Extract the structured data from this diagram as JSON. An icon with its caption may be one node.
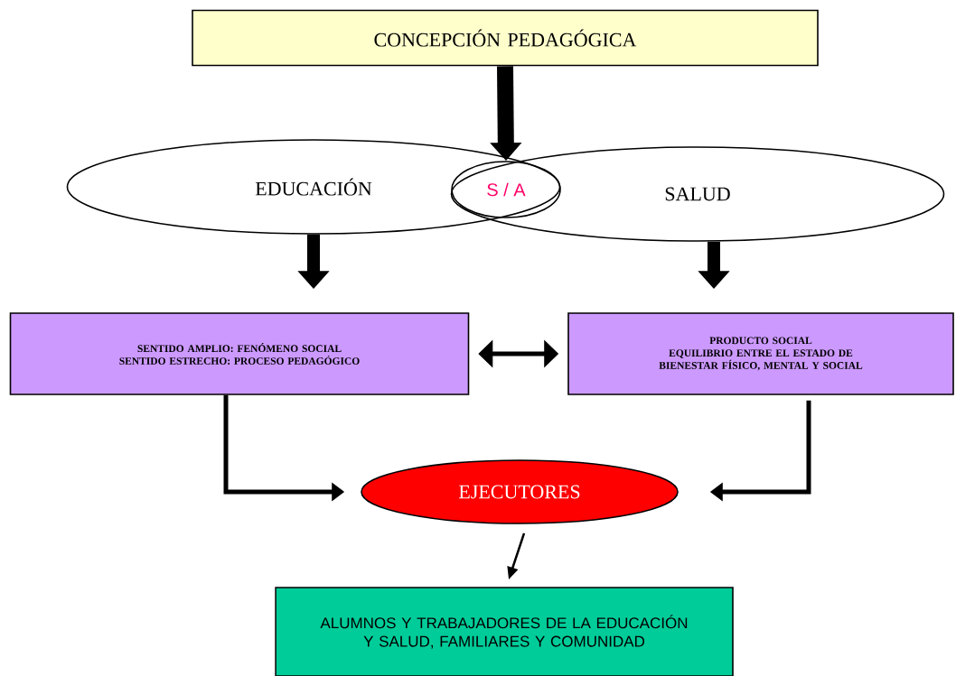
{
  "diagram": {
    "nodes": [
      {
        "text": [
          "CONCEPCIÓN PEDAGÓGICA"
        ]
      },
      {
        "text": [
          "EDUCACIÓN"
        ]
      },
      {
        "text": [
          "SALUD"
        ]
      },
      {
        "text": [
          "S / A"
        ]
      },
      {
        "text": [
          "SENTIDO AMPLIO: FENÓMENO SOCIAL",
          "SENTIDO ESTRECHO: PROCESO PEDAGÓGICO"
        ]
      },
      {
        "text": [
          "PRODUCTO SOCIAL",
          "EQUILIBRIO ENTRE EL ESTADO DE BIENESTAR FÍSICO, MENTAL Y SOCIAL"
        ]
      },
      {
        "text": [
          "EJECUTORES"
        ]
      },
      {
        "text": [
          "ALUMNOS Y TRABAJADORES DE LA EDUCACIÓN Y SALUD, FAMILIARES Y COMUNIDAD"
        ]
      }
    ],
    "edges": [
      {
        "from": 0,
        "to": 3,
        "arrow": "to",
        "style": "thick"
      },
      {
        "from": 1,
        "to": 4,
        "arrow": "to",
        "style": "thick"
      },
      {
        "from": 2,
        "to": 5,
        "arrow": "to",
        "style": "thick"
      },
      {
        "from": 4,
        "to": 5,
        "arrow": "both"
      },
      {
        "from": 4,
        "to": 6,
        "arrow": "to"
      },
      {
        "from": 5,
        "to": 6,
        "arrow": "to"
      },
      {
        "from": 6,
        "to": 7,
        "arrow": "to"
      }
    ]
  }
}
